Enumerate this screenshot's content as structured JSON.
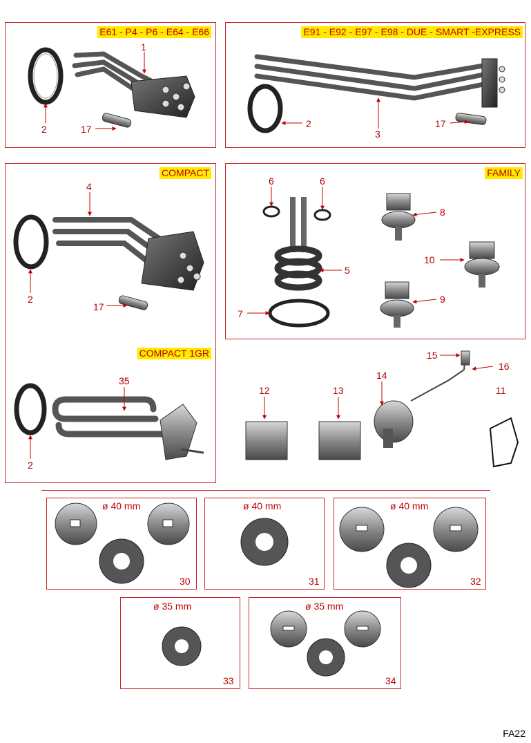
{
  "page_code": "FA22",
  "panels": {
    "top_left": {
      "label": "E61 - P4 - P6 - E64 - E66",
      "callouts": [
        "1",
        "2",
        "17"
      ]
    },
    "top_right": {
      "label": "E91 - E92 - E97 - E98 - DUE - SMART  -EXPRESS",
      "callouts": [
        "2",
        "3",
        "17"
      ]
    },
    "compact": {
      "label": "COMPACT",
      "callouts": [
        "4",
        "2",
        "17"
      ]
    },
    "compact_1gr": {
      "label": "COMPACT 1GR",
      "callouts": [
        "35",
        "2"
      ]
    },
    "family": {
      "label": "FAMILY",
      "callouts": [
        "6",
        "6",
        "5",
        "7",
        "8",
        "10",
        "9"
      ]
    }
  },
  "loose_parts": {
    "callouts": [
      "15",
      "16",
      "14",
      "12",
      "13",
      "11"
    ]
  },
  "discs": [
    {
      "diameter": "ø 40 mm",
      "number": "30"
    },
    {
      "diameter": "ø 40 mm",
      "number": "31"
    },
    {
      "diameter": "ø 40 mm",
      "number": "32"
    },
    {
      "diameter": "ø 35 mm",
      "number": "33"
    },
    {
      "diameter": "ø 35 mm",
      "number": "34"
    }
  ],
  "colors": {
    "border": "#c8262a",
    "label_bg": "#ffea00",
    "text_red": "#c00000"
  }
}
